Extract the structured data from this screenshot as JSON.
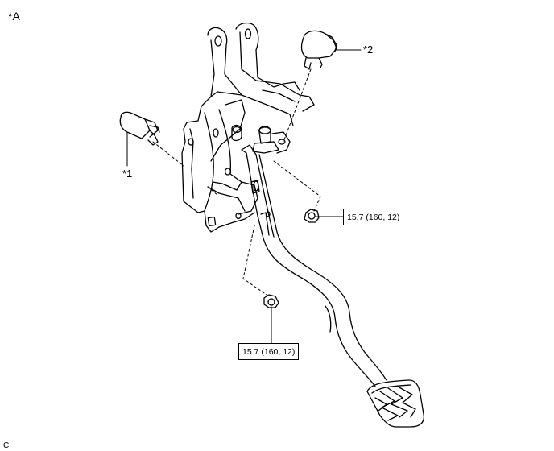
{
  "diagram": {
    "corner_label": "*A",
    "footer_mark": "C",
    "callouts": [
      {
        "id": "callout-1",
        "text": "*1"
      },
      {
        "id": "callout-2",
        "text": "*2"
      }
    ],
    "torque_specs": [
      {
        "id": "torque-upper",
        "text": "15.7 (160, 12)"
      },
      {
        "id": "torque-lower",
        "text": "15.7 (160, 12)"
      }
    ]
  }
}
